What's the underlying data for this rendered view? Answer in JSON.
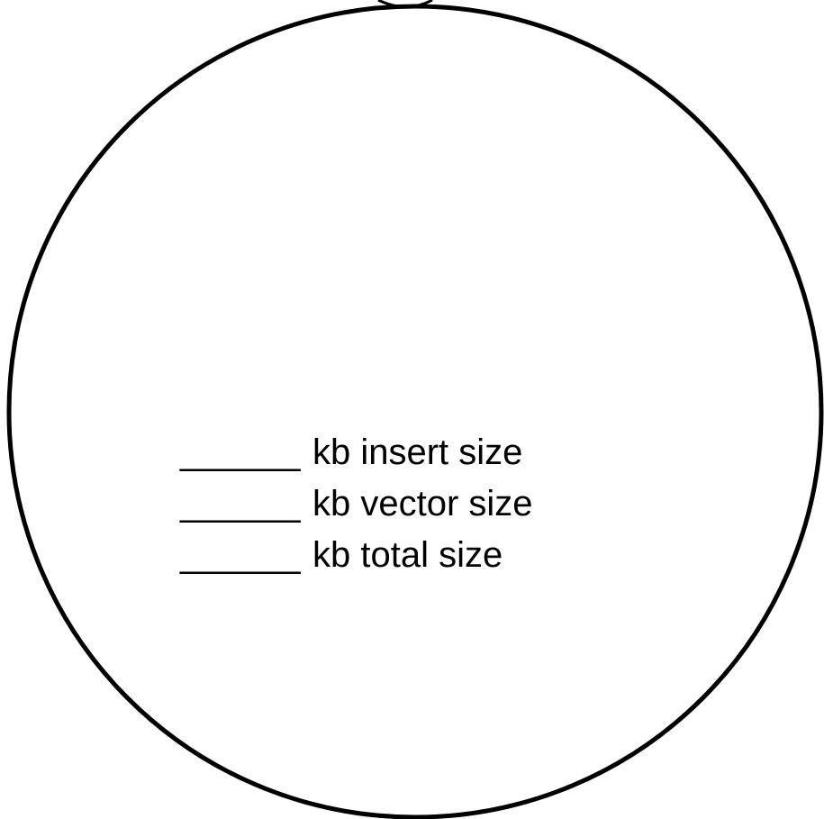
{
  "diagram": {
    "stroke_color": "#000000",
    "background_color": "#ffffff",
    "lines": [
      {
        "blank": "______",
        "text": "kb insert size"
      },
      {
        "blank": "______",
        "text": "kb vector size"
      },
      {
        "blank": "______",
        "text": "kb total size"
      }
    ]
  }
}
